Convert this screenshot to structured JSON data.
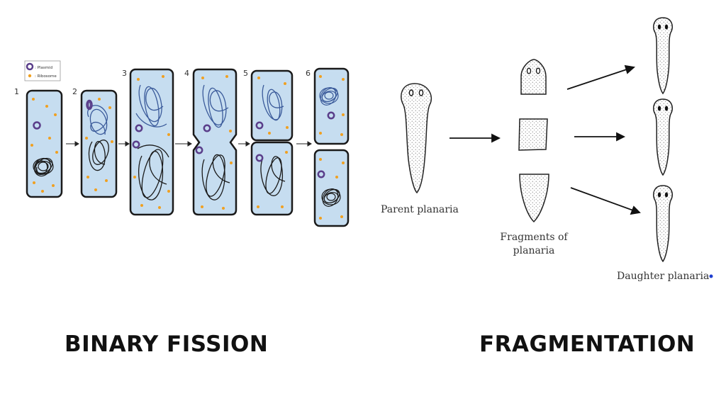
{
  "binary_fission": {
    "legend": {
      "plasmid": ": Plasmid",
      "ribosome": ": Ribosome"
    },
    "steps": [
      "1",
      "2",
      "3",
      "4",
      "5",
      "6"
    ],
    "caption": "BINARY FISSION"
  },
  "fragmentation": {
    "parent_label": "Parent planaria",
    "fragments_label_line1": "Fragments of",
    "fragments_label_line2": "planaria",
    "daughter_label": "Daughter planaria",
    "caption": "FRAGMENTATION"
  },
  "colors": {
    "cell_fill": "#c6ddf0",
    "cell_stroke": "#1a1a1a",
    "ribosome": "#f0a020",
    "plasmid": "#5a3e8a",
    "dna_blue": "#3a5a9a",
    "dna_black": "#1a1a1a",
    "daughter_dot": "#1f3fd0"
  }
}
